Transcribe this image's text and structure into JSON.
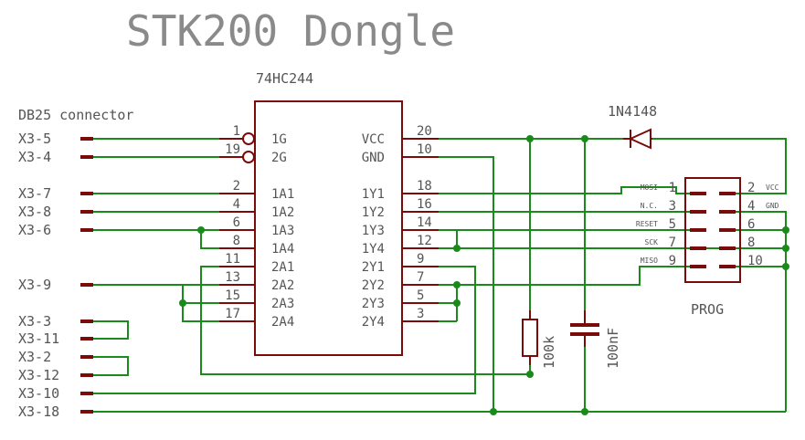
{
  "title": "STK200 Dongle",
  "ic": {
    "part": "74HC244"
  },
  "db25": {
    "label": "DB25 connector",
    "pins": [
      "X3-5",
      "X3-4",
      "X3-7",
      "X3-8",
      "X3-6",
      "X3-9",
      "X3-3",
      "X3-11",
      "X3-2",
      "X3-12",
      "X3-10",
      "X3-18"
    ]
  },
  "ic_pins_left": [
    {
      "num": "1",
      "name": "1G"
    },
    {
      "num": "19",
      "name": "2G"
    },
    {
      "num": "2",
      "name": "1A1"
    },
    {
      "num": "4",
      "name": "1A2"
    },
    {
      "num": "6",
      "name": "1A3"
    },
    {
      "num": "8",
      "name": "1A4"
    },
    {
      "num": "11",
      "name": "2A1"
    },
    {
      "num": "13",
      "name": "2A2"
    },
    {
      "num": "15",
      "name": "2A3"
    },
    {
      "num": "17",
      "name": "2A4"
    }
  ],
  "ic_pins_right": [
    {
      "num": "20",
      "name": "VCC"
    },
    {
      "num": "10",
      "name": "GND"
    },
    {
      "num": "18",
      "name": "1Y1"
    },
    {
      "num": "16",
      "name": "1Y2"
    },
    {
      "num": "14",
      "name": "1Y3"
    },
    {
      "num": "12",
      "name": "1Y4"
    },
    {
      "num": "9",
      "name": "2Y1"
    },
    {
      "num": "7",
      "name": "2Y2"
    },
    {
      "num": "5",
      "name": "2Y3"
    },
    {
      "num": "3",
      "name": "2Y4"
    }
  ],
  "diode": {
    "part": "1N4148"
  },
  "resistor": {
    "value": "100k"
  },
  "capacitor": {
    "value": "100nF"
  },
  "prog": {
    "label": "PROG",
    "left": [
      {
        "signal": "MOSI",
        "num": "1"
      },
      {
        "signal": "N.C.",
        "num": "3"
      },
      {
        "signal": "RESET",
        "num": "5"
      },
      {
        "signal": "SCK",
        "num": "7"
      },
      {
        "signal": "MISO",
        "num": "9"
      }
    ],
    "right": [
      {
        "num": "2",
        "signal": "VCC"
      },
      {
        "num": "4",
        "signal": "GND"
      },
      {
        "num": "6",
        "signal": ""
      },
      {
        "num": "8",
        "signal": ""
      },
      {
        "num": "10",
        "signal": ""
      }
    ]
  },
  "colors": {
    "wire": "#1a8a1a",
    "component": "#7a0b0b",
    "text": "#555555",
    "title": "#8a8a8a"
  }
}
